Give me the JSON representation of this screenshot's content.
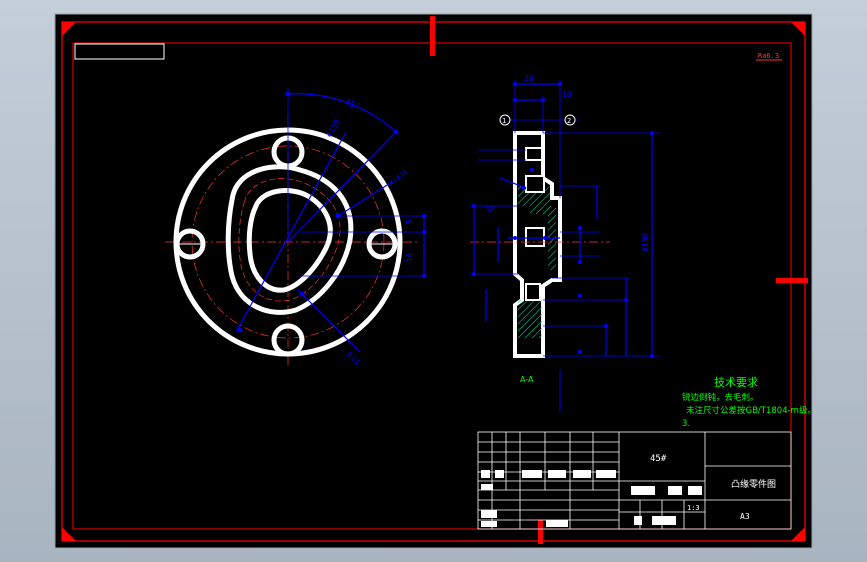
{
  "colors": {
    "paper": "#000000",
    "frame": "#ff0000",
    "dimension": "#0000ff",
    "outline": "#ffffff",
    "notes": "#00ff00",
    "hatch": "#00cc99"
  },
  "title_block": {
    "material": "45#",
    "part_name": "凸缘零件图",
    "sheet_size": "A3",
    "scale": "1:3"
  },
  "section_label": "A-A",
  "tech_requirements": {
    "heading": "技术要求",
    "lines": [
      "锐边倒钝，去毛刺。",
      "未注尺寸公差按GB/T1804-m级。",
      "3."
    ]
  },
  "front_view": {
    "dims": {
      "angle": "45°",
      "pcd": "Φ150",
      "bolt_holes": "4×Φ16",
      "boss": "R11",
      "offset_a": "5",
      "offset_b": "16"
    }
  },
  "section_view": {
    "dims": {
      "outer_dia": "Φ190",
      "width_a": "20",
      "width_b": "10",
      "ref_a": "1",
      "ref_b": "2"
    }
  }
}
